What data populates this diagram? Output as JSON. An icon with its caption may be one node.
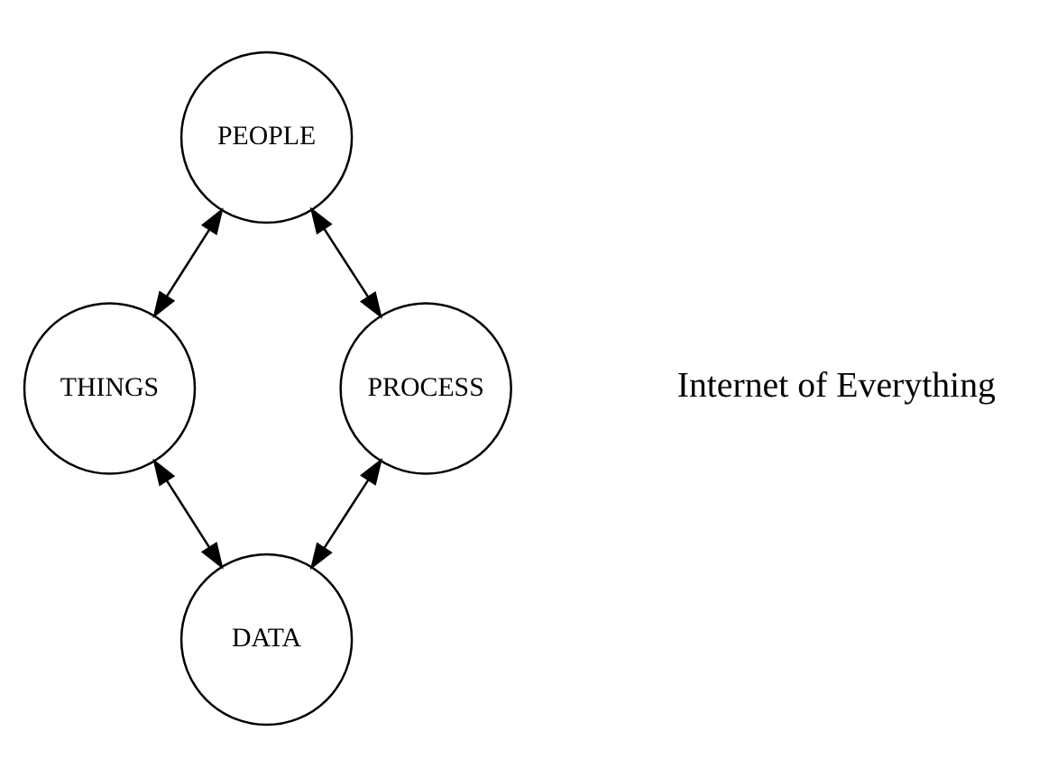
{
  "diagram": {
    "nodes": [
      {
        "text": [
          "PEOPLE"
        ]
      },
      {
        "text": [
          "THINGS"
        ]
      },
      {
        "text": [
          "PROCESS"
        ]
      },
      {
        "text": [
          "DATA"
        ]
      }
    ],
    "edges": [
      {
        "from": 0,
        "to": 1,
        "arrow": "both"
      },
      {
        "from": 0,
        "to": 2,
        "arrow": "both"
      },
      {
        "from": 1,
        "to": 3,
        "arrow": "both"
      },
      {
        "from": 3,
        "to": 2,
        "arrow": "both"
      }
    ],
    "labels": [
      "Internet of Everything"
    ]
  }
}
